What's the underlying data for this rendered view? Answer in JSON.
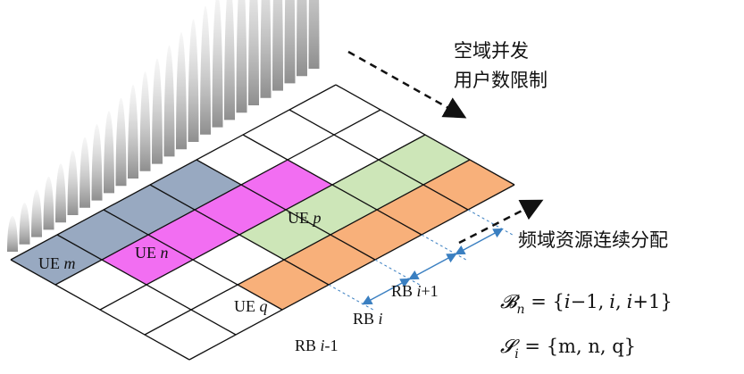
{
  "caption_spatial": {
    "line1": "空域并发",
    "line2": "用户数限制"
  },
  "caption_freq": "频域资源连续分配",
  "ues": {
    "m": {
      "prefix": "UE ",
      "var": "m",
      "color": "#98a9c1"
    },
    "n": {
      "prefix": "UE ",
      "var": "n",
      "color": "#f26ef2"
    },
    "p": {
      "prefix": "UE ",
      "var": "p",
      "color": "#cde6b8"
    },
    "q": {
      "prefix": "UE ",
      "var": "q",
      "color": "#f8b07a"
    }
  },
  "rb_labels": [
    {
      "prefix": "RB ",
      "var": "i",
      "suffix": "-1"
    },
    {
      "prefix": "RB ",
      "var": "i",
      "suffix": ""
    },
    {
      "prefix": "RB ",
      "var": "i",
      "suffix": "+1"
    }
  ],
  "formula_B": {
    "lhs": "𝓑",
    "lhs_sub": "n",
    "eq": " = {",
    "items": [
      "i",
      "−",
      "1",
      ",",
      "i",
      ",",
      "i",
      "+",
      "1",
      "}"
    ]
  },
  "formula_S": {
    "lhs": "𝓢",
    "lhs_sub": "i",
    "text": " = {m, n, q}"
  },
  "colors": {
    "grid": "#111111",
    "rb_marker": "#3a7fc1",
    "beam": "#9a9a9a"
  }
}
